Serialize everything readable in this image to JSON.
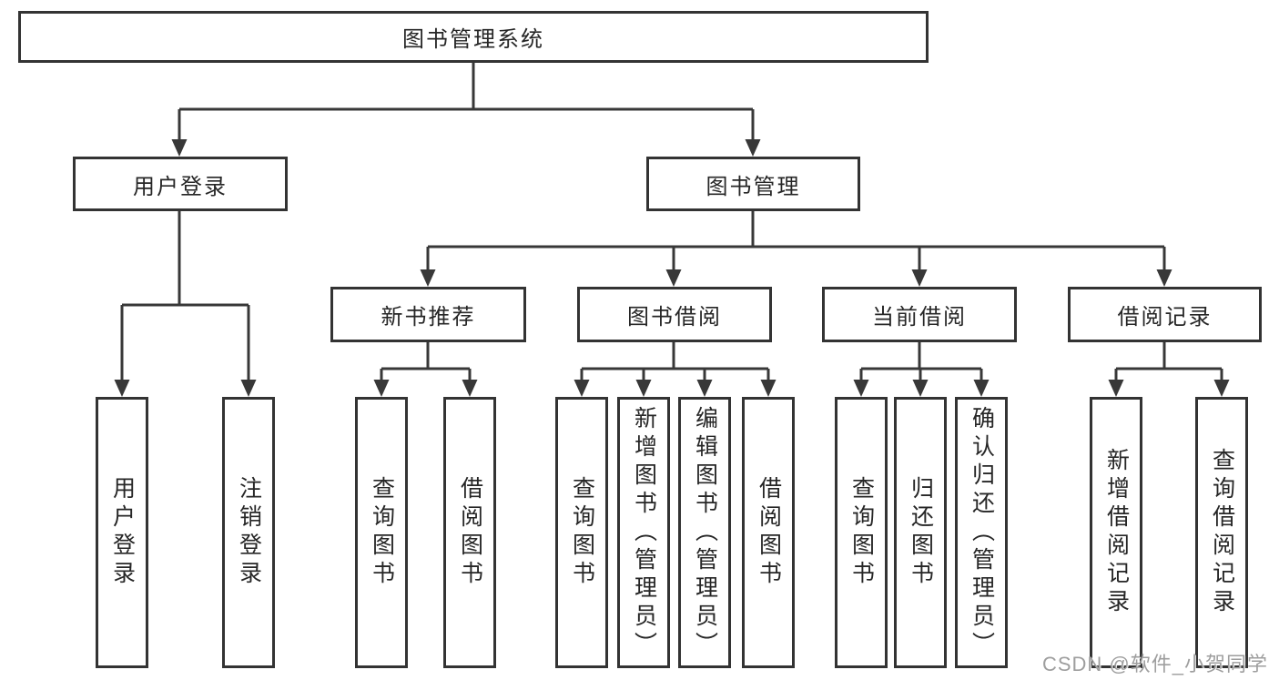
{
  "title": "图书管理系统",
  "tree": {
    "label": "图书管理系统",
    "children": [
      {
        "label": "用户登录",
        "children": [
          {
            "label": "用户登录"
          },
          {
            "label": "注销登录"
          }
        ]
      },
      {
        "label": "图书管理",
        "children": [
          {
            "label": "新书推荐",
            "children": [
              {
                "label": "查询图书"
              },
              {
                "label": "借阅图书"
              }
            ]
          },
          {
            "label": "图书借阅",
            "children": [
              {
                "label": "查询图书"
              },
              {
                "label": "新增图书（管理员）"
              },
              {
                "label": "编辑图书（管理员）"
              },
              {
                "label": "借阅图书"
              }
            ]
          },
          {
            "label": "当前借阅",
            "children": [
              {
                "label": "查询图书"
              },
              {
                "label": "归还图书"
              },
              {
                "label": "确认归还（管理员）"
              }
            ]
          },
          {
            "label": "借阅记录",
            "children": [
              {
                "label": "新增借阅记录"
              },
              {
                "label": "查询借阅记录"
              }
            ]
          }
        ]
      }
    ]
  },
  "watermark": "CSDN @软件_小贺同学",
  "colors": {
    "background": "#ffffff",
    "border": "#333333",
    "line": "#383838",
    "text": "#262626",
    "watermark": "#9e9e9e"
  }
}
